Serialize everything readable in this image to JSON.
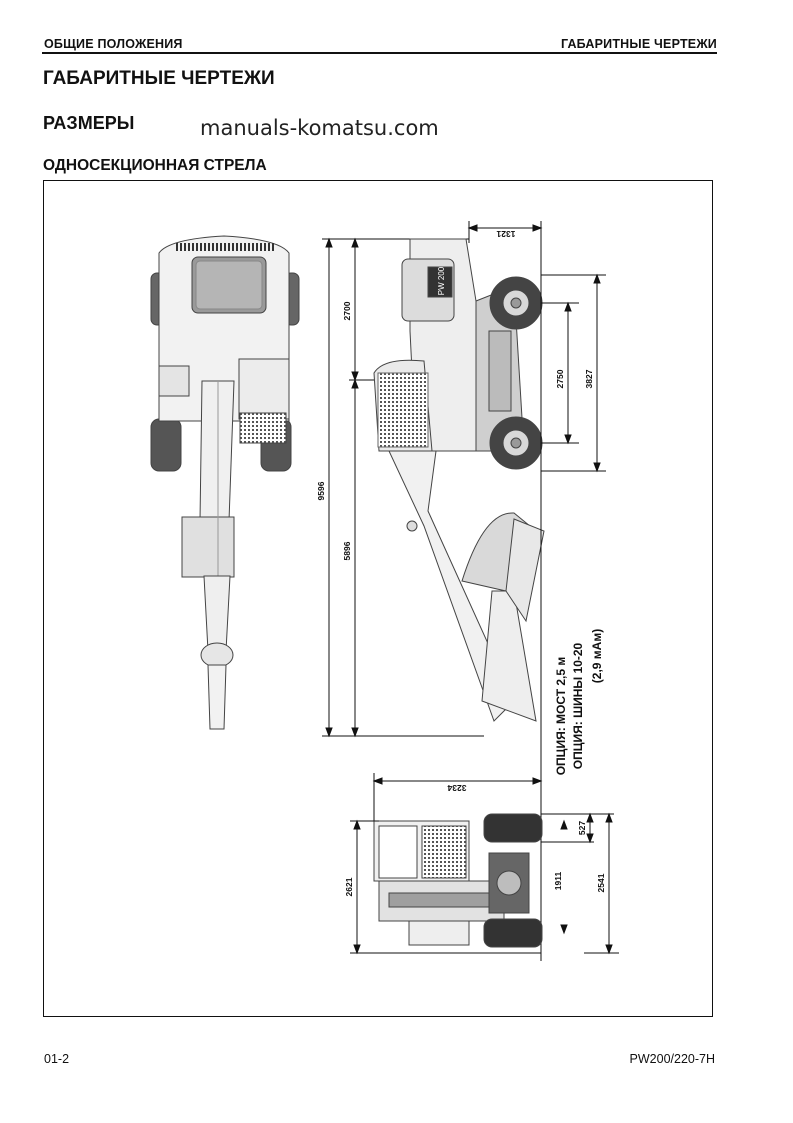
{
  "header": {
    "left": "ОБЩИЕ ПОЛОЖЕНИЯ",
    "right": "ГАБАРИТНЫЕ ЧЕРТЕЖИ"
  },
  "title": "ГАБАРИТНЫЕ ЧЕРТЕЖИ",
  "subtitle": "РАЗМЕРЫ",
  "watermark": "manuals-komatsu.com",
  "section": "ОДНОСЕКЦИОННАЯ СТРЕЛА",
  "machine_label": "PW 200",
  "dimensions": {
    "top_overhang": "1321",
    "cab_height": "2700",
    "wheelbase": "2750",
    "overall_wheel": "3827",
    "overall_length": "9596",
    "boom_length": "5896",
    "width": "3234",
    "track_a": "527",
    "height": "2621",
    "tread": "1911",
    "overall_width": "2541"
  },
  "options": {
    "line1": "ОПЦИЯ: МОСТ 2,5 м",
    "line2": "ОПЦИЯ: ШИНЫ 10-20",
    "line3": "(2,9 мАм)"
  },
  "footer": {
    "page": "01-2",
    "model": "PW200/220-7H"
  }
}
